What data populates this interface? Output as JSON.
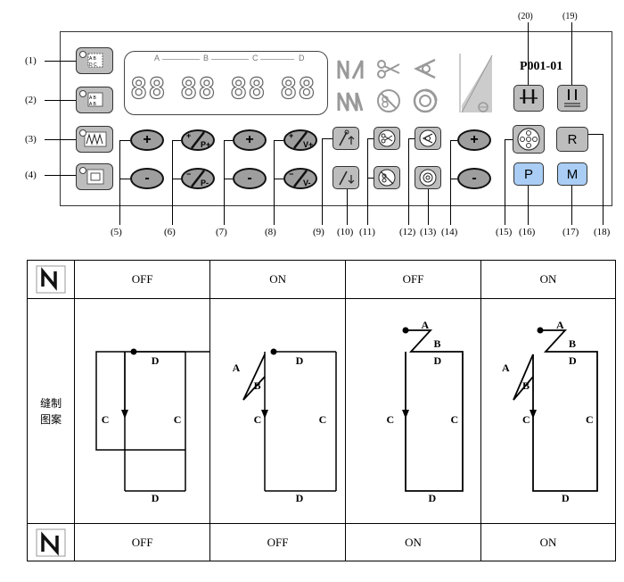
{
  "callouts": [
    "(1)",
    "(2)",
    "(3)",
    "(4)",
    "(5)",
    "(6)",
    "(7)",
    "(8)",
    "(9)",
    "(10)",
    "(11)",
    "(12)",
    "(13)",
    "(14)",
    "(15)",
    "(16)",
    "(17)",
    "(18)",
    "(19)",
    "(20)"
  ],
  "display": {
    "section_labels": [
      "A",
      "B",
      "C",
      "D"
    ],
    "digits": [
      "88",
      "88",
      "88",
      "88"
    ]
  },
  "model_number": "P001-01",
  "buttons": {
    "plus": "+",
    "minus": "-",
    "p_key": "P",
    "m_key": "M",
    "r_key": "R"
  },
  "table": {
    "pattern_label": "缝制\n图案",
    "row_top": {
      "values": [
        "OFF",
        "ON",
        "OFF",
        "ON"
      ]
    },
    "row_bottom": {
      "values": [
        "OFF",
        "OFF",
        "ON",
        "ON"
      ]
    },
    "point_labels": {
      "a": "A",
      "b": "B",
      "c": "C",
      "d": "D"
    }
  },
  "icons": {
    "key_1": "pattern-abcd-icon",
    "key_2": "pattern-ab-cd-icon",
    "key_3": "zigzag-abcd-icon",
    "key_4": "square-pattern-icon",
    "key_9": "presser-foot-up-icon",
    "key_10": "presser-foot-down-icon",
    "key_11": "scissors-icon",
    "key_11b": "scissors-off-icon",
    "key_12": "tension-icon",
    "key_13": "speed-dial-icon",
    "key_15": "bobbin-icon",
    "key_19": "needle-stop-icon",
    "key_20": "needle-position-icon",
    "start_backtack": "start-backtack-icon",
    "end_backtack": "end-backtack-icon"
  },
  "colors": {
    "blue_key": "#a9cdf5",
    "grey_key": "#bdbdbd",
    "oval_key": "#9e9e9e"
  }
}
